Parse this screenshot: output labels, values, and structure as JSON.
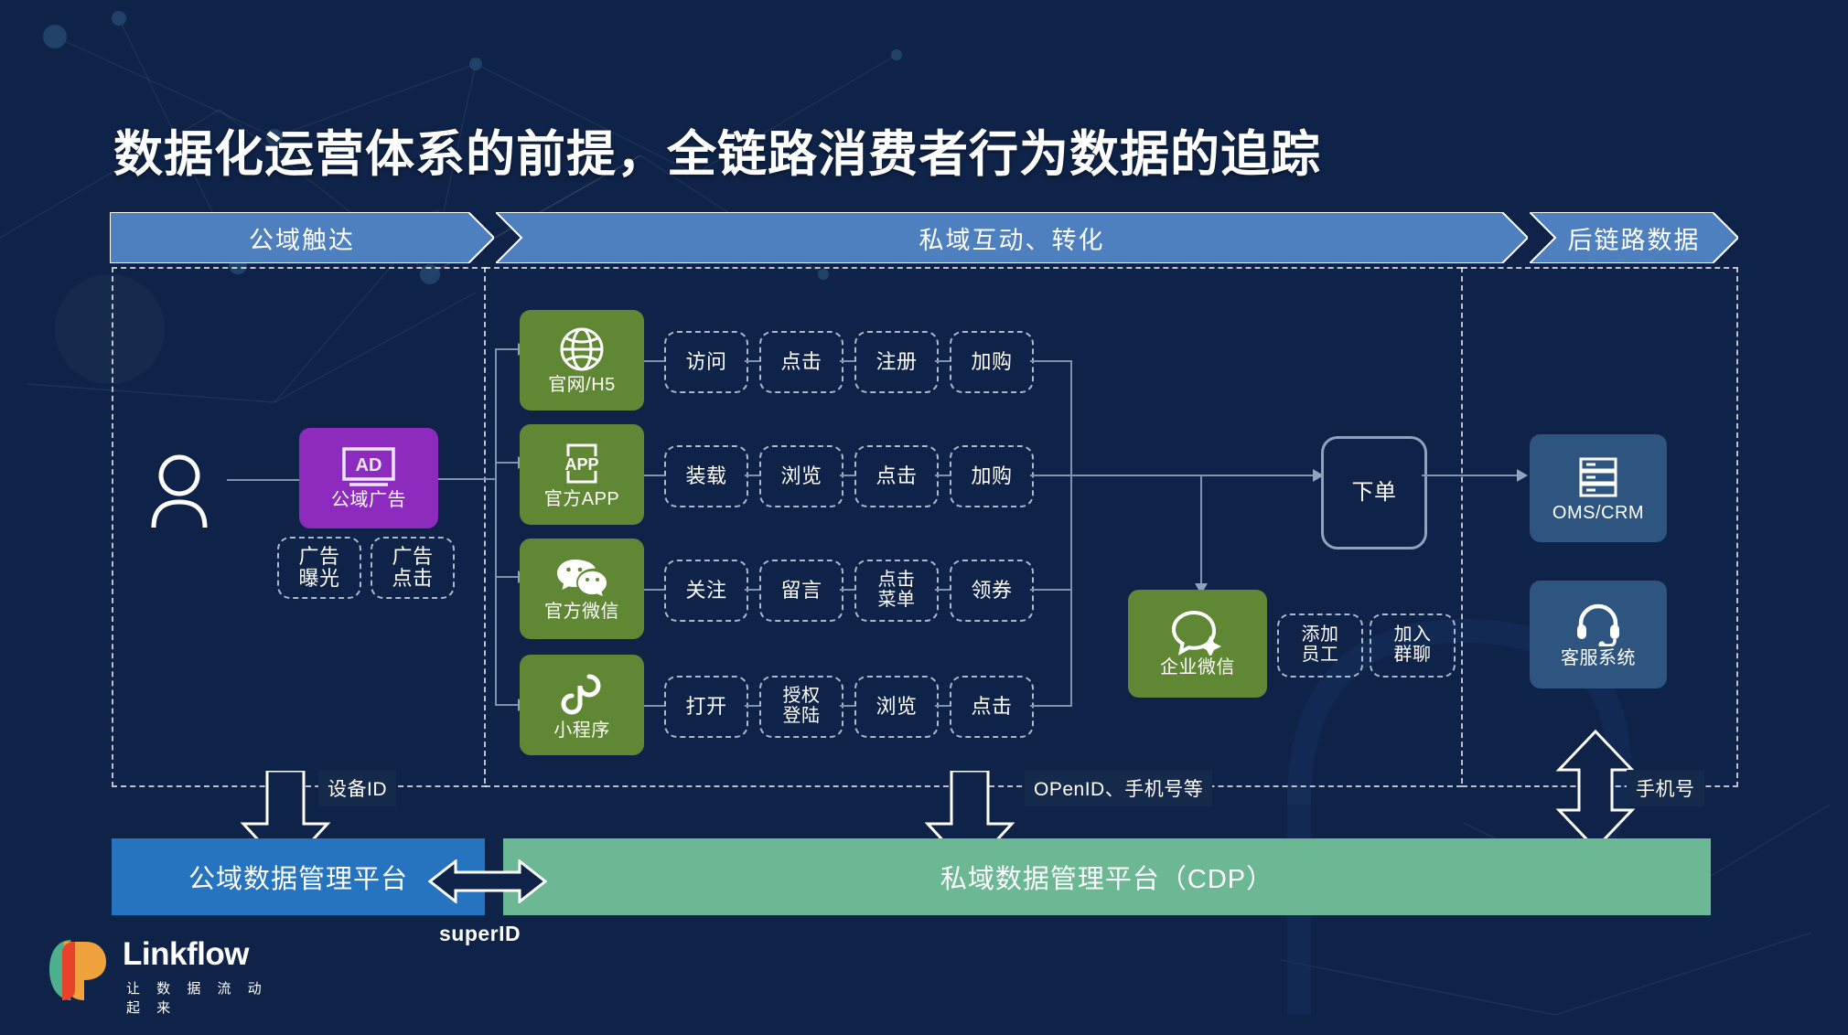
{
  "title": "数据化运营体系的前提，全链路消费者行为数据的追踪",
  "banner": {
    "stages": [
      {
        "label": "公域触达"
      },
      {
        "label": "私域互动、转化"
      },
      {
        "label": "后链路数据"
      }
    ]
  },
  "public_domain": {
    "visitor_icon": "person-icon",
    "ad_node": {
      "icon": "ad-monitor-icon",
      "label": "公域广告",
      "color": "#8e2bbf"
    },
    "chips": [
      {
        "label": "广告\n曝光"
      },
      {
        "label": "广告\n点击"
      }
    ]
  },
  "channels": [
    {
      "icon": "globe-icon",
      "label": "官网/H5",
      "color": "#5f8734",
      "events": [
        "访问",
        "点击",
        "注册",
        "加购"
      ]
    },
    {
      "icon": "app-icon",
      "label": "官方APP",
      "color": "#5f8734",
      "events": [
        "装载",
        "浏览",
        "点击",
        "加购"
      ]
    },
    {
      "icon": "wechat-icon",
      "label": "官方微信",
      "color": "#5f8734",
      "events": [
        "关注",
        "留言",
        "点击\n菜单",
        "领券"
      ]
    },
    {
      "icon": "miniprogram-icon",
      "label": "小程序",
      "color": "#5f8734",
      "events": [
        "打开",
        "授权\n登陆",
        "浏览",
        "点击"
      ]
    }
  ],
  "order_node": {
    "label": "下单"
  },
  "work_wechat": {
    "icon": "work-wechat-icon",
    "label": "企业微信",
    "color": "#5f8734",
    "chips": [
      "添加\n员工",
      "加入\n群聊"
    ]
  },
  "backend": [
    {
      "icon": "server-icon",
      "label": "OMS/CRM",
      "color": "#2e557f"
    },
    {
      "icon": "headset-icon",
      "label": "客服系统",
      "color": "#2e557f"
    }
  ],
  "id_labels": {
    "device": "设备ID",
    "openid": "OPenID、手机号等",
    "phone": "手机号"
  },
  "platforms": {
    "public": {
      "label": "公域数据管理平台",
      "color": "#2673c0"
    },
    "private": {
      "label": "私域数据管理平台（CDP）",
      "color": "#6cb894"
    },
    "bridge_label": "superID"
  },
  "logo": {
    "wordmark": "Linkflow",
    "tagline": "让 数 据 流 动 起 来"
  },
  "colors": {
    "background": "#0e2347",
    "banner": "#4e80bf",
    "green": "#5f8734",
    "purple": "#8e2bbf",
    "steel": "#2e557f",
    "platform_blue": "#2673c0",
    "platform_green": "#6cb894"
  }
}
